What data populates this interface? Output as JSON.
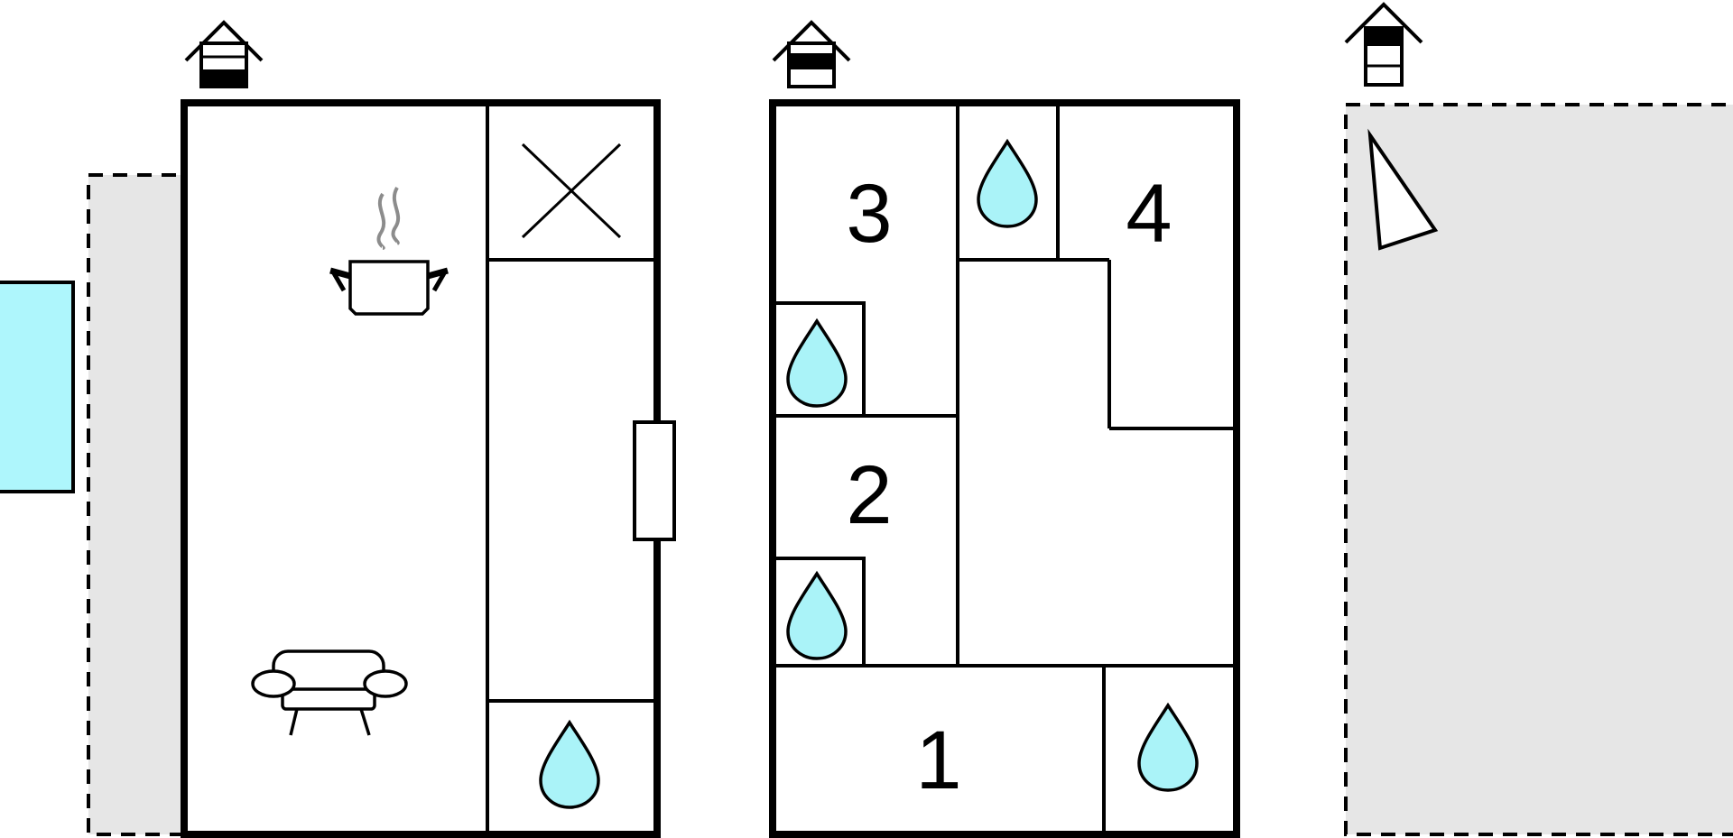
{
  "floor_plan": {
    "floors": [
      {
        "level": "ground",
        "level_indicator": "house-level-ground-icon"
      },
      {
        "level": "first",
        "level_indicator": "house-level-first-icon"
      },
      {
        "level": "second",
        "level_indicator": "house-level-second-icon"
      }
    ],
    "room_numbers": [
      "1",
      "2",
      "3",
      "4"
    ],
    "colors": {
      "walls": "#000000",
      "water_drop": "#aaf3f8",
      "pool": "#aef6fc",
      "outdoor_area": "#e6e6e6",
      "background": "#ffffff"
    },
    "icons": [
      "house-level-icon",
      "cooking-pot-icon",
      "sofa-icon",
      "water-drop-icon",
      "stove-cross-icon",
      "pool-icon",
      "door-icon",
      "triangle-marker-icon"
    ]
  }
}
